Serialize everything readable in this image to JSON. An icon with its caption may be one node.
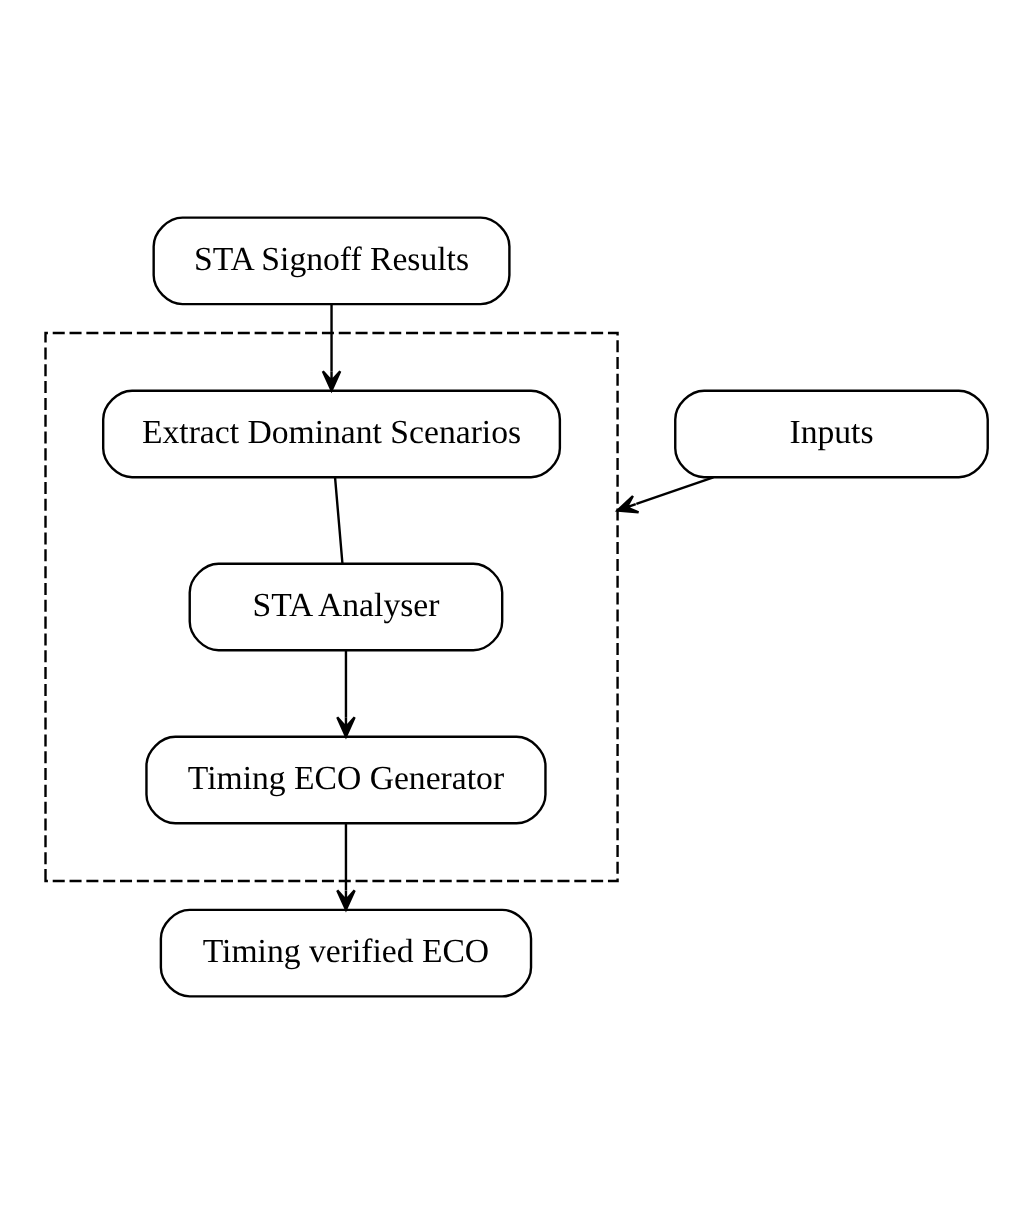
{
  "diagram": {
    "nodes": [
      {
        "text": [
          "STA Signoff Results"
        ]
      },
      {
        "text": [],
        "shape": "box"
      },
      {
        "text": [
          "Extract Dominant Scenarios"
        ],
        "in": 1
      },
      {
        "text": [
          "STA Analyser"
        ],
        "in": 1
      },
      {
        "text": [
          "Timing ECO Generator"
        ],
        "in": 1
      },
      {
        "text": [
          "Inputs"
        ]
      },
      {
        "text": [
          "Timing verified ECO"
        ]
      }
    ],
    "edges": [
      {
        "from": 0,
        "to": 2,
        "arrow": "to"
      },
      {
        "from": 2,
        "to": 3,
        "arrow": "none"
      },
      {
        "from": 3,
        "to": 4,
        "arrow": "to"
      },
      {
        "from": 5,
        "to": 1,
        "arrow": "to"
      },
      {
        "from": 4,
        "to": 6,
        "arrow": "to"
      }
    ]
  }
}
